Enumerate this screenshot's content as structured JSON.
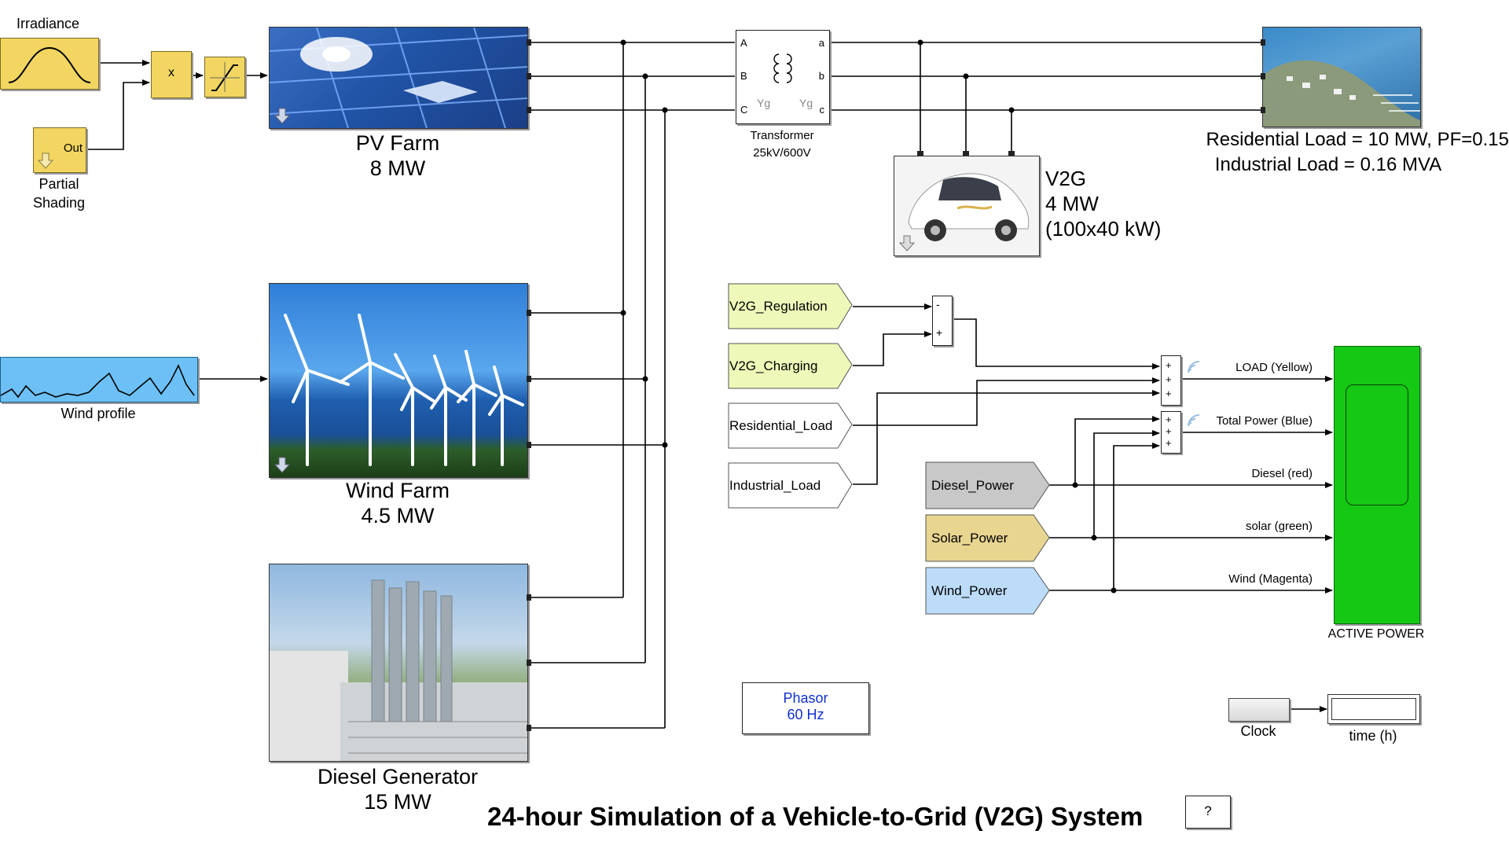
{
  "diagram": {
    "title": "24-hour Simulation of a Vehicle-to-Grid (V2G) System",
    "help_label": "?",
    "sources": {
      "irradiance": "Irradiance",
      "partial_shading_line1": "Partial",
      "partial_shading_line2": "Shading",
      "out_port": "Out",
      "product_sign": "x",
      "wind_profile": "Wind profile"
    },
    "generators": {
      "pv_name": "PV Farm",
      "pv_rating": "8 MW",
      "wind_name": "Wind Farm",
      "wind_rating": "4.5 MW",
      "diesel_name": "Diesel Generator",
      "diesel_rating": "15 MW"
    },
    "transformer": {
      "label": "Transformer",
      "rating": "25kV/600V",
      "ports_left": [
        "A",
        "B",
        "C"
      ],
      "ports_right": [
        "a",
        "b",
        "c"
      ],
      "winding_left": "Yg",
      "winding_right": "Yg"
    },
    "v2g": {
      "line1": "V2G",
      "line2": "4 MW",
      "line3": "(100x40 kW)"
    },
    "loads": {
      "line1": "Residential Load = 10 MW, PF=0.15",
      "line2": "Industrial Load = 0.16 MVA"
    },
    "tags_from": [
      "V2G_Regulation",
      "V2G_Charging",
      "Residential_Load",
      "Industrial_Load",
      "Diesel_Power",
      "Solar_Power",
      "Wind_Power"
    ],
    "sum_signs": {
      "sum1": [
        "-",
        "+"
      ],
      "sum2": [
        "+",
        "+",
        "+"
      ],
      "sum3": [
        "+",
        "+",
        "+"
      ]
    },
    "scope_signals": [
      "LOAD (Yellow)",
      "Total Power (Blue)",
      "Diesel (red)",
      "solar (green)",
      "Wind (Magenta)"
    ],
    "scope_label": "ACTIVE POWER",
    "phasor_line1": "Phasor",
    "phasor_line2": "60 Hz",
    "clock_label": "Clock",
    "time_label": "time (h)",
    "colors": {
      "scope_fill": "#14c814",
      "tag_lime": "#eef8b8",
      "tag_gray": "#c8c8c8",
      "tag_tan": "#e8d590",
      "tag_blue": "#bcdcfa",
      "wind_block": "#6cc0f5",
      "source_yellow": "#f2d661",
      "phasor_text": "#1030d0"
    },
    "icons": [
      "solar-panel-image-icon",
      "wind-turbines-image-icon",
      "diesel-plant-image-icon",
      "town-aerial-image-icon",
      "electric-car-image-icon",
      "wireless-signal-icon"
    ]
  }
}
